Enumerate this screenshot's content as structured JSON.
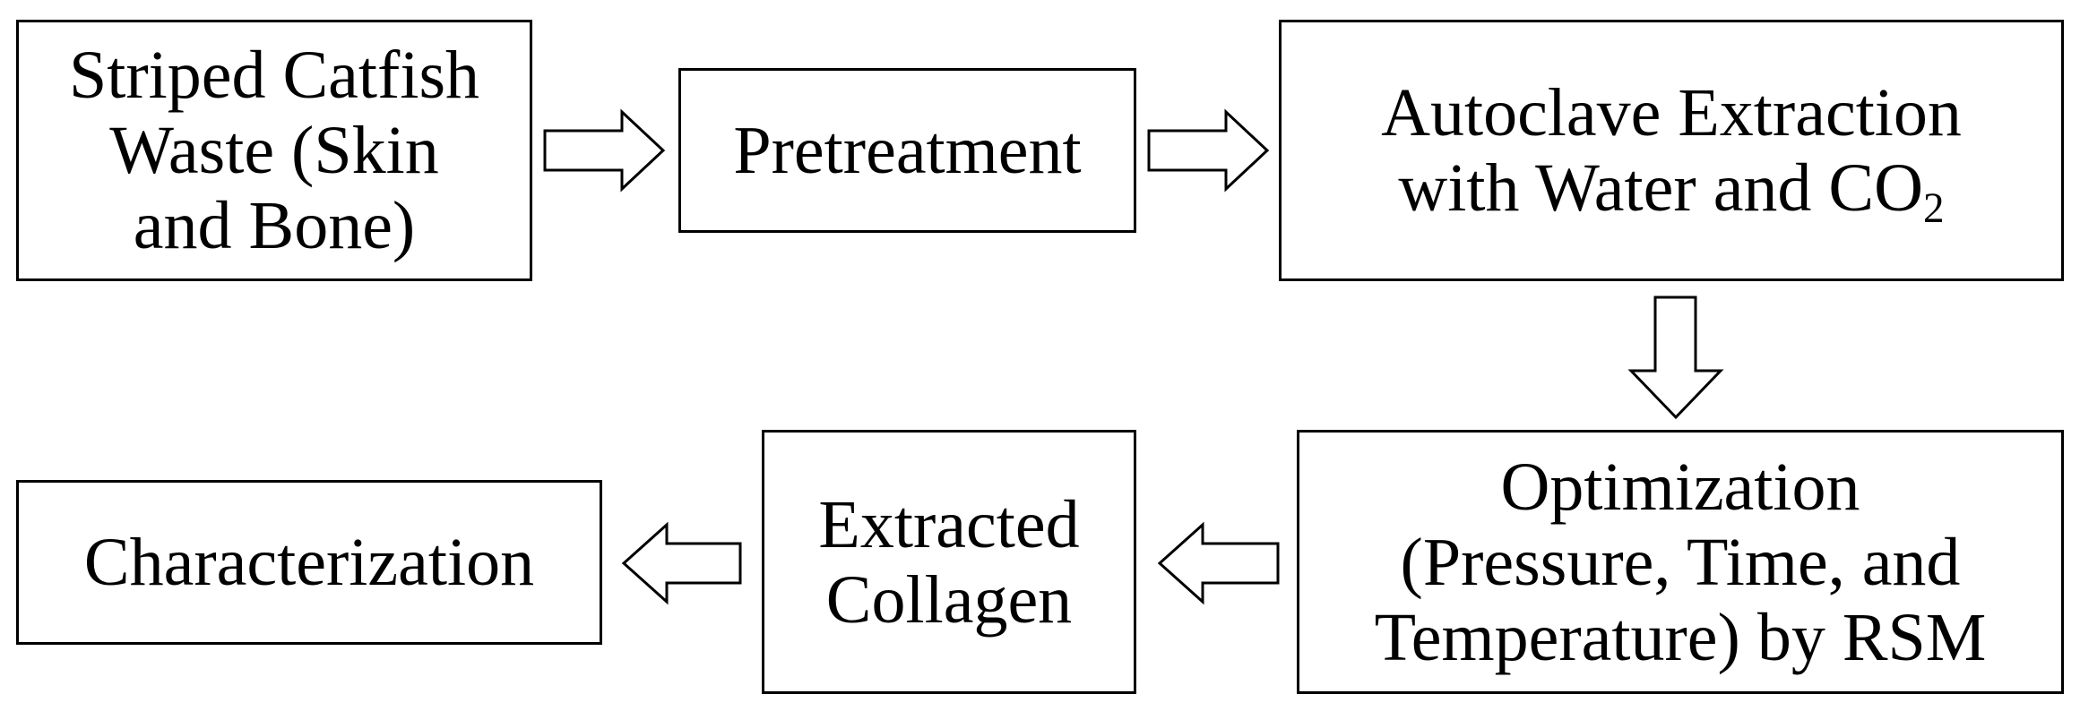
{
  "steps": {
    "waste": {
      "lines": [
        "Striped Catfish",
        "Waste (Skin",
        "and Bone)"
      ]
    },
    "pretreatment": {
      "lines": [
        "Pretreatment"
      ]
    },
    "autoclave": {
      "line1": "Autoclave Extraction",
      "line2_text": "with Water and CO",
      "line2_sub": "2"
    },
    "optimization": {
      "lines": [
        "Optimization",
        "(Pressure, Time, and",
        "Temperature) by RSM"
      ]
    },
    "collagen": {
      "lines": [
        "Extracted",
        "Collagen"
      ]
    },
    "characterization": {
      "lines": [
        "Characterization"
      ]
    }
  },
  "arrows": [
    {
      "from": "waste",
      "to": "pretreatment",
      "direction": "right"
    },
    {
      "from": "pretreatment",
      "to": "autoclave",
      "direction": "right"
    },
    {
      "from": "autoclave",
      "to": "optimization",
      "direction": "down"
    },
    {
      "from": "optimization",
      "to": "collagen",
      "direction": "left"
    },
    {
      "from": "collagen",
      "to": "characterization",
      "direction": "left"
    }
  ]
}
